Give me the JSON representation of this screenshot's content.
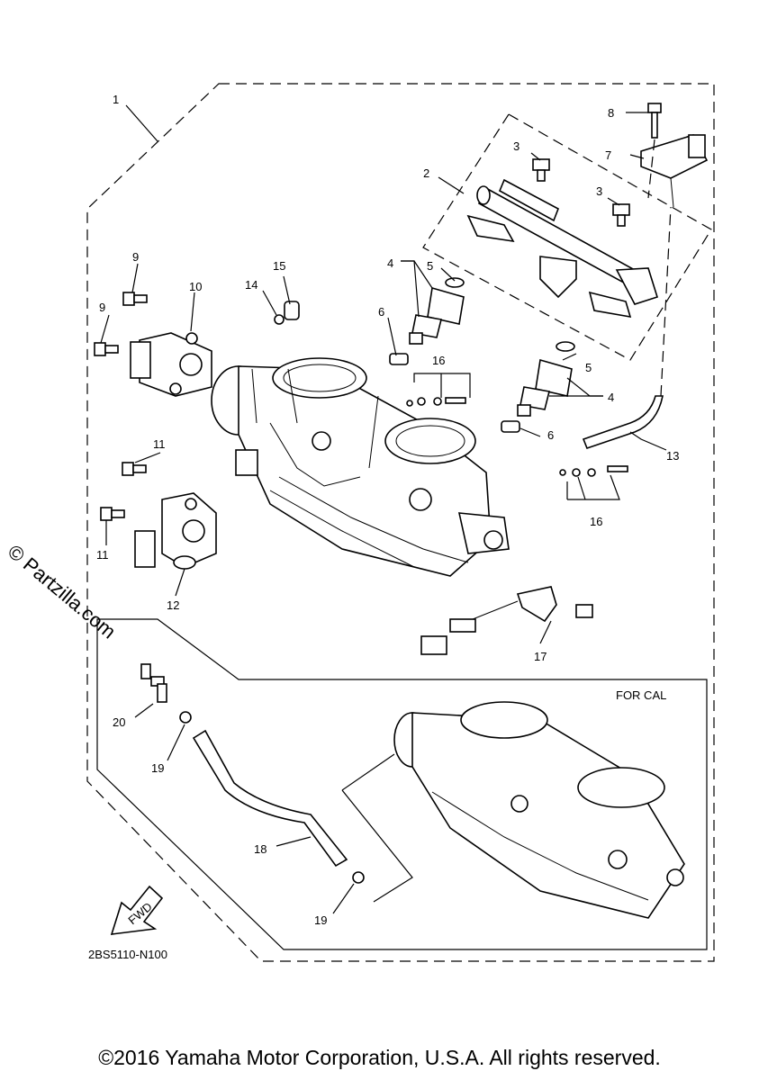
{
  "callouts": {
    "c1": "1",
    "c2": "2",
    "c3a": "3",
    "c3b": "3",
    "c4a": "4",
    "c4b": "4",
    "c5a": "5",
    "c5b": "5",
    "c6a": "6",
    "c6b": "6",
    "c7": "7",
    "c8": "8",
    "c9a": "9",
    "c9b": "9",
    "c10": "10",
    "c11a": "11",
    "c11b": "11",
    "c12": "12",
    "c13": "13",
    "c14": "14",
    "c15": "15",
    "c16a": "16",
    "c16b": "16",
    "c17": "17",
    "c18": "18",
    "c19a": "19",
    "c19b": "19",
    "c20": "20"
  },
  "inset_label": "FOR CAL",
  "fwd_label": "FWD",
  "diagram_code": "2BS5110-N100",
  "watermark": "© Partzilla.com",
  "copyright": "©2016 Yamaha Motor Corporation, U.S.A. All rights reserved."
}
